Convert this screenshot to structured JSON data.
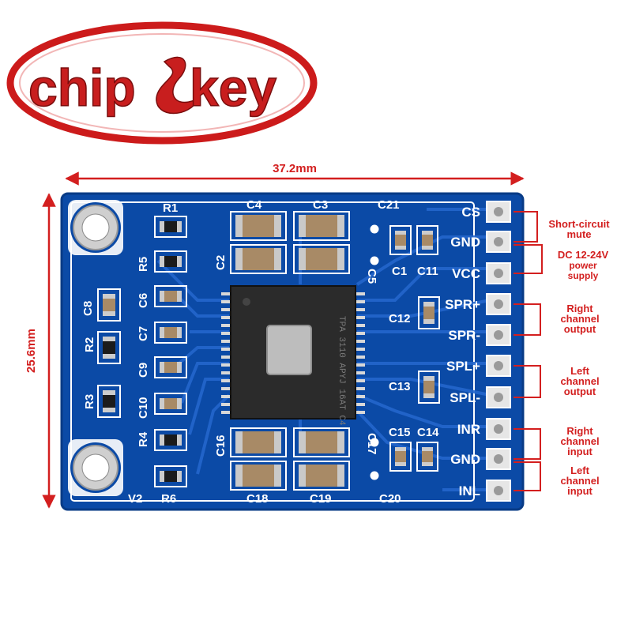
{
  "logo": {
    "text": "chip key"
  },
  "dimensions": {
    "width": "37.2mm",
    "height": "25.6mm"
  },
  "chip": {
    "marking": "TPA 3110 APYJ 16AT C4"
  },
  "components": {
    "resistors": [
      "R1",
      "R5",
      "R2",
      "R3",
      "R4",
      "R6"
    ],
    "capacitors": [
      "C4",
      "C3",
      "C21",
      "C2",
      "C1",
      "C11",
      "C8",
      "C6",
      "C7",
      "C9",
      "C10",
      "C16",
      "C17",
      "C15",
      "C14",
      "C18",
      "C19",
      "C20",
      "C12",
      "C13",
      "C5"
    ],
    "misc": [
      "V2"
    ]
  },
  "pins": [
    "CS",
    "GND",
    "VCC",
    "SPR+",
    "SPR-",
    "SPL+",
    "SPL-",
    "INR",
    "GND",
    "INL"
  ],
  "annotations": [
    {
      "line1": "Short-circuit",
      "line2": "mute",
      "line3": ""
    },
    {
      "line1": "DC 12-24V",
      "line2": "power",
      "line3": "supply"
    },
    {
      "line1": "Right",
      "line2": "channel",
      "line3": "output"
    },
    {
      "line1": "Left",
      "line2": "channel",
      "line3": "output"
    },
    {
      "line1": "Right",
      "line2": "channel",
      "line3": "input"
    },
    {
      "line1": "Left",
      "line2": "channel",
      "line3": "input"
    }
  ],
  "colors": {
    "pcb": "#0c4aa8",
    "trace": "#1f63c9",
    "brand_red": "#d31f1f",
    "silkscreen": "#ffffff"
  }
}
